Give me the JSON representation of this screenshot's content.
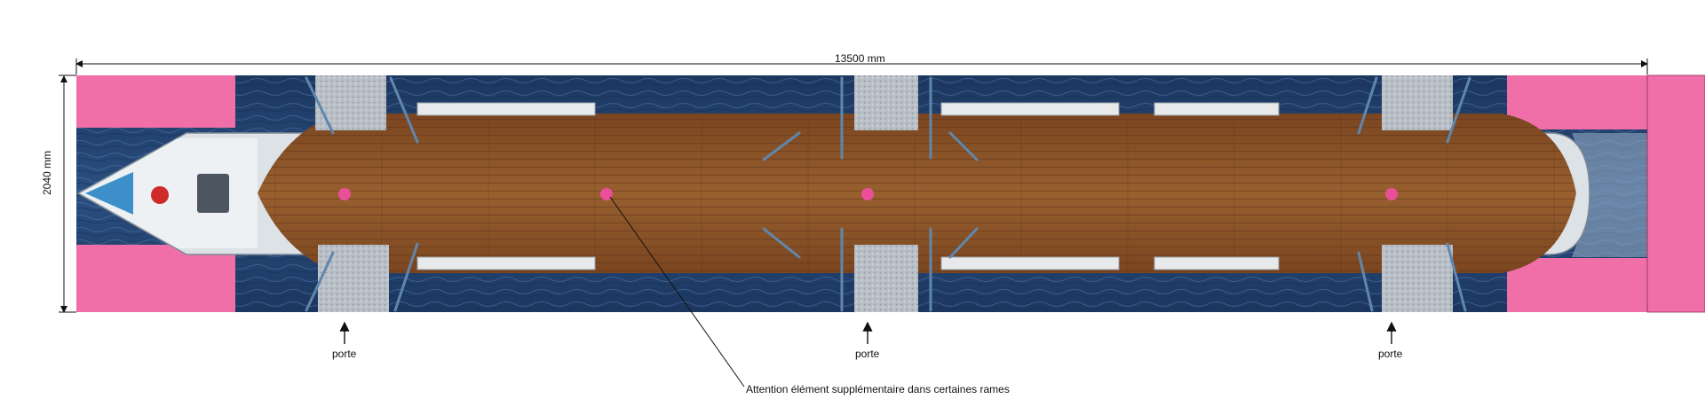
{
  "dimensions": {
    "width_label": "13500 mm",
    "height_label": "2040  mm"
  },
  "doors": [
    {
      "label": "porte"
    },
    {
      "label": "porte"
    },
    {
      "label": "porte"
    }
  ],
  "note": "Attention élément supplémentaire dans certaines rames",
  "colors": {
    "zone_pink": "#f06fa9",
    "sea": "#1f3f6e",
    "deck_wood": "#8a5328",
    "door_panel": "#b9c0c7",
    "marker": "#ea4f9a",
    "railing": "#5f87ad"
  }
}
